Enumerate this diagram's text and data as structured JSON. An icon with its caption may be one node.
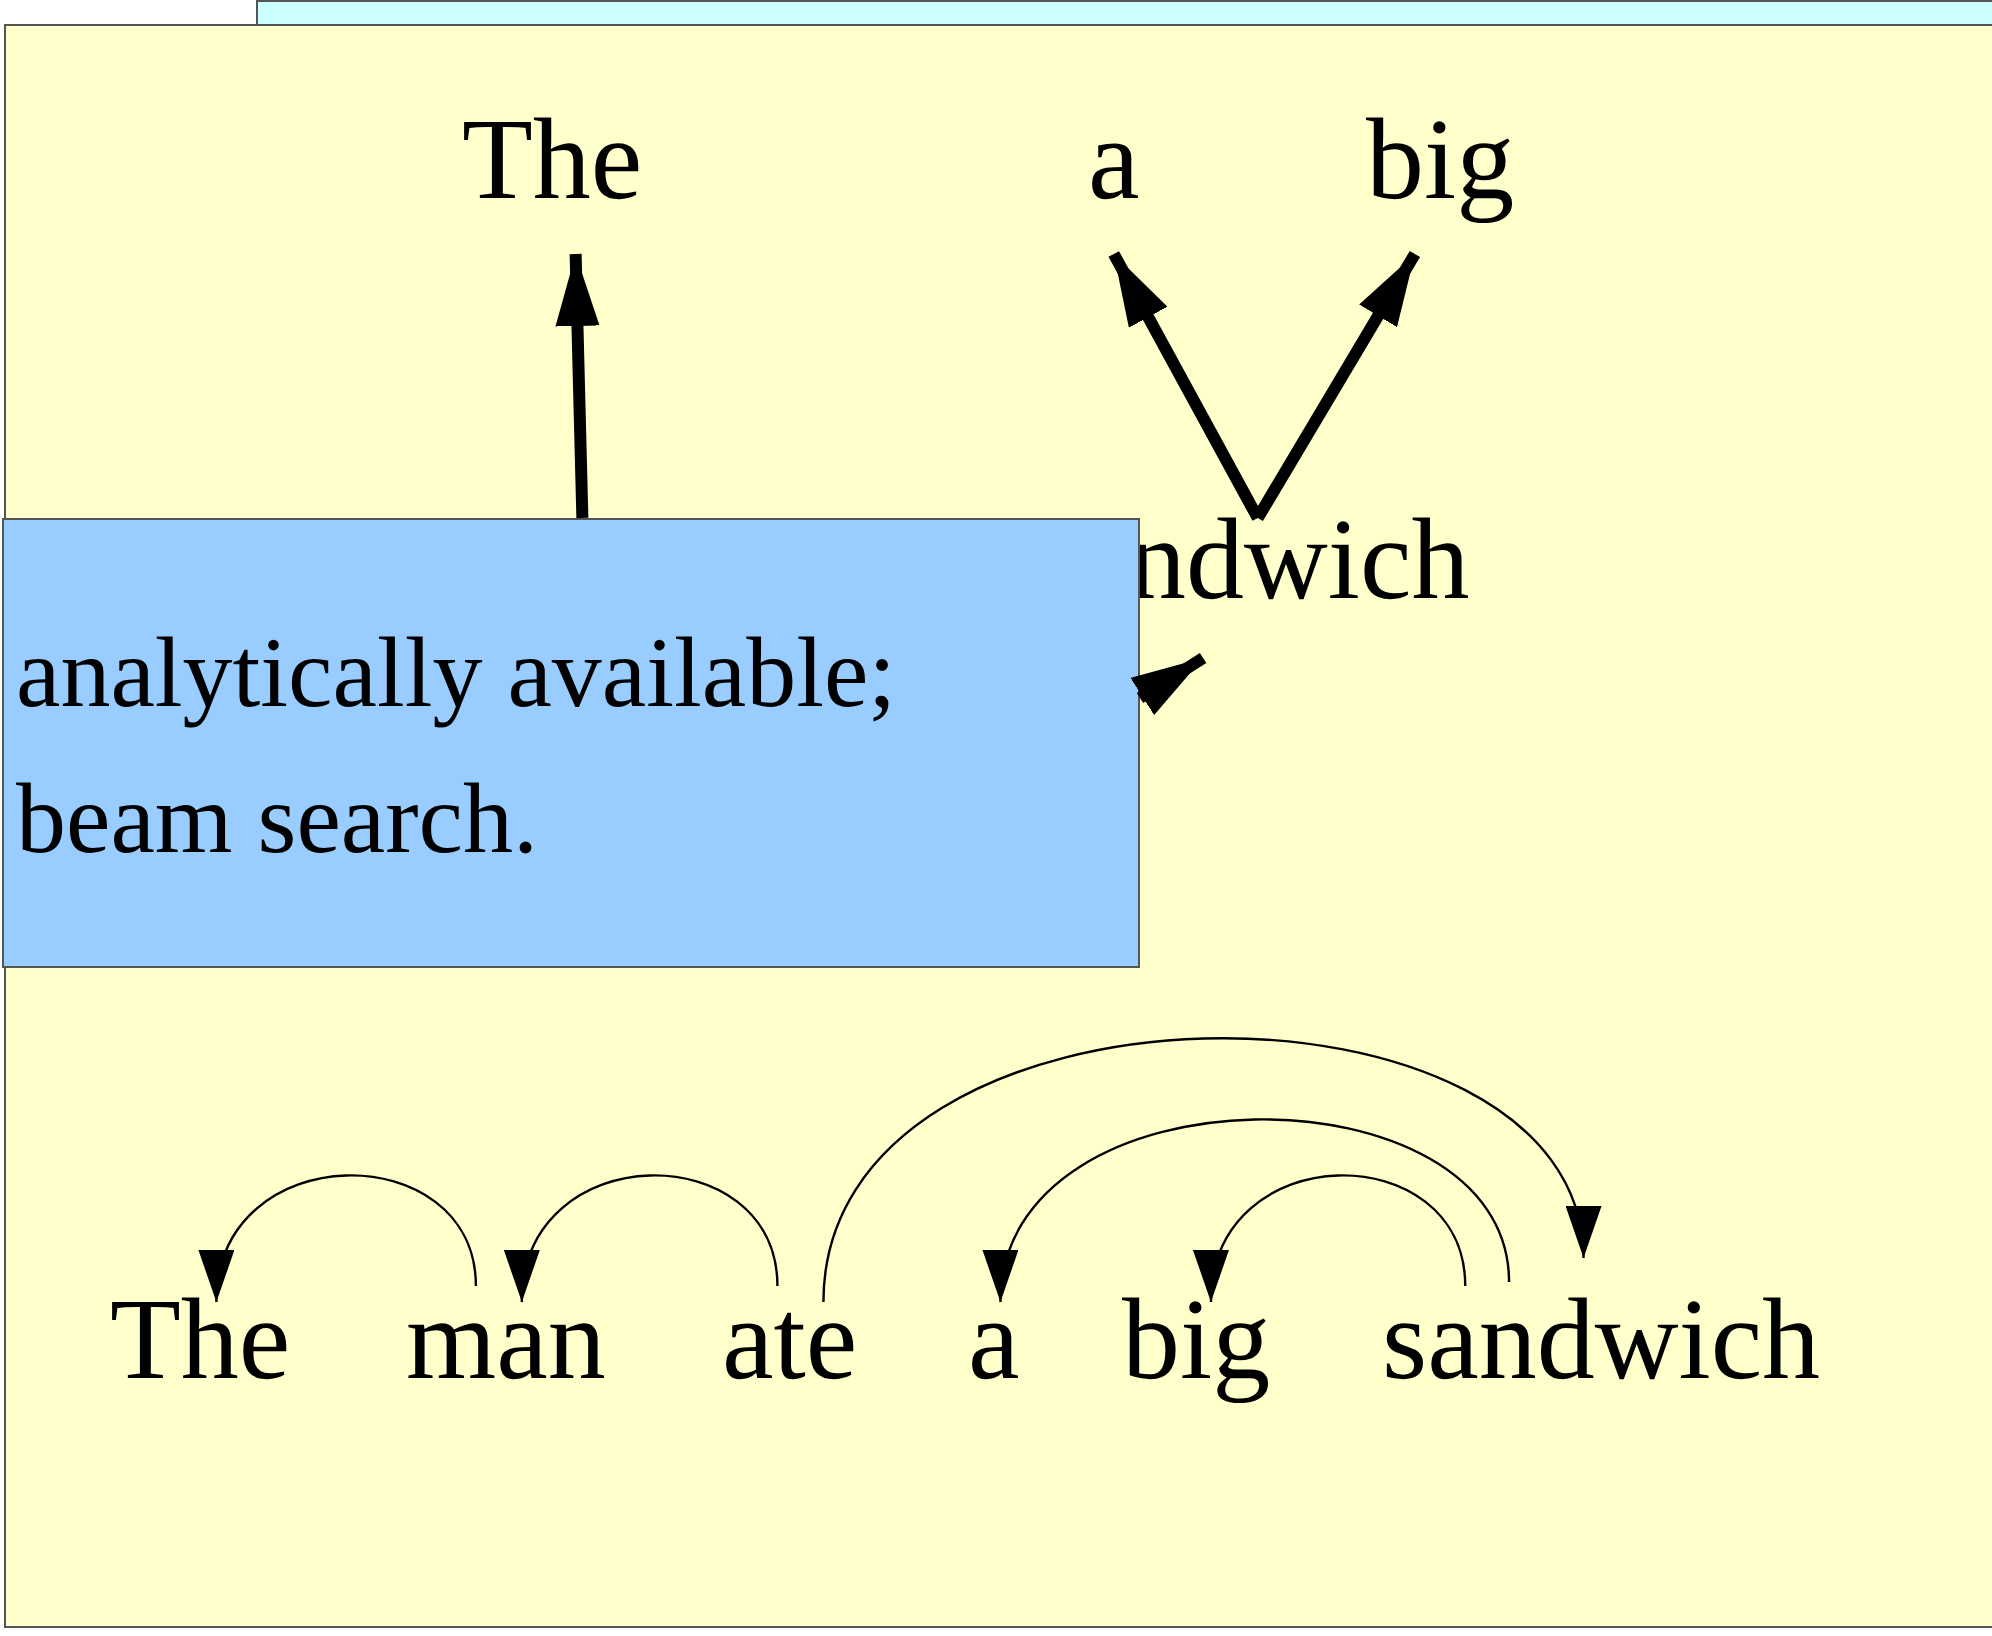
{
  "diagram": {
    "nodes": [
      {
        "text": [],
        "shape": "box"
      },
      {
        "text": [
          "The"
        ],
        "in": 0
      },
      {
        "text": [
          "a"
        ],
        "in": 0
      },
      {
        "text": [
          "big"
        ],
        "in": 0
      },
      {
        "text": [
          "ndwich"
        ],
        "in": 0
      },
      {
        "text": [
          "analytically available; beam search."
        ],
        "in": 0
      },
      {
        "text": [
          "The"
        ],
        "in": 0
      },
      {
        "text": [
          "man"
        ],
        "in": 0
      },
      {
        "text": [
          "ate"
        ],
        "in": 0
      },
      {
        "text": [
          "a"
        ],
        "in": 0
      },
      {
        "text": [
          "big"
        ],
        "in": 0
      },
      {
        "text": [
          "sandwich"
        ],
        "in": 0
      }
    ],
    "edges": [
      {
        "from": 5,
        "to": 1,
        "arrow": "to",
        "style": "thick"
      },
      {
        "from": 4,
        "to": 2,
        "arrow": "to",
        "style": "thick"
      },
      {
        "from": 4,
        "to": 3,
        "arrow": "to",
        "style": "thick"
      },
      {
        "from": 5,
        "to": 4,
        "arrow": "to",
        "style": "thick"
      },
      {
        "from": 7,
        "to": 6,
        "arrow": "to"
      },
      {
        "from": 8,
        "to": 7,
        "arrow": "to"
      },
      {
        "from": 8,
        "to": 11,
        "arrow": "to"
      },
      {
        "from": 11,
        "to": 9,
        "arrow": "to"
      },
      {
        "from": 11,
        "to": 10,
        "arrow": "to"
      }
    ]
  }
}
